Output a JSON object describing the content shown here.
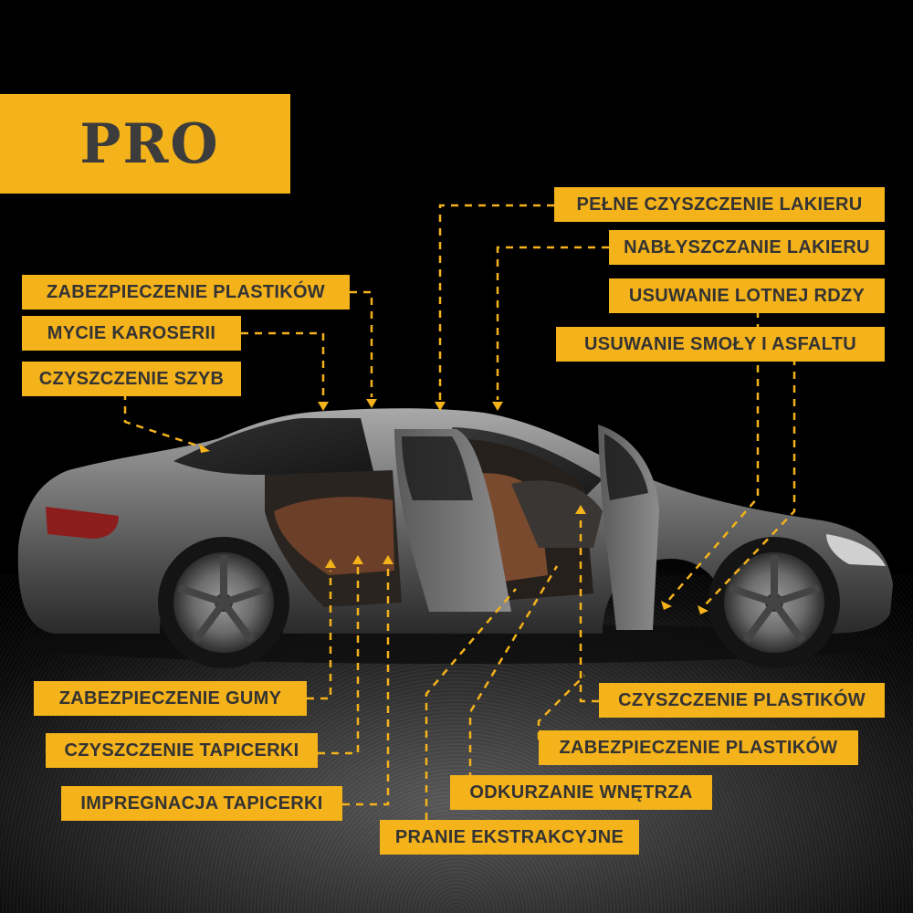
{
  "badge": "PRO",
  "labels": {
    "pelne_czyszczenie_lakieru": "PEŁNE CZYSZCZENIE LAKIERU",
    "nablyszczanie_lakieru": "NABŁYSZCZANIE LAKIERU",
    "usuwanie_lotnej_rdzy": "USUWANIE LOTNEJ RDZY",
    "usuwanie_smoly": "USUWANIE SMOŁY I ASFALTU",
    "zabezpieczenie_plastikow_top": "ZABEZPIECZENIE PLASTIKÓW",
    "mycie_karoserii": "MYCIE KAROSERII",
    "czyszczenie_szyb": "CZYSZCZENIE SZYB",
    "zabezpieczenie_gumy": "ZABEZPIECZENIE GUMY",
    "czyszczenie_tapicerki": "CZYSZCZENIE TAPICERKI",
    "impregnacja_tapicerki": "IMPREGNACJA TAPICERKI",
    "czyszczenie_plastikow": "CZYSZCZENIE PLASTIKÓW",
    "zabezpieczenie_plastikow_bottom": "ZABEZPIECZENIE PLASTIKÓW",
    "odkurzanie_wnetrza": "ODKURZANIE WNĘTRZA",
    "pranie_ekstrakcyjne": "PRANIE EKSTRAKCYJNE"
  },
  "colors": {
    "accent": "#f4b21b",
    "text": "#333333",
    "background": "#000000",
    "car_body": "#6e6e6e"
  }
}
